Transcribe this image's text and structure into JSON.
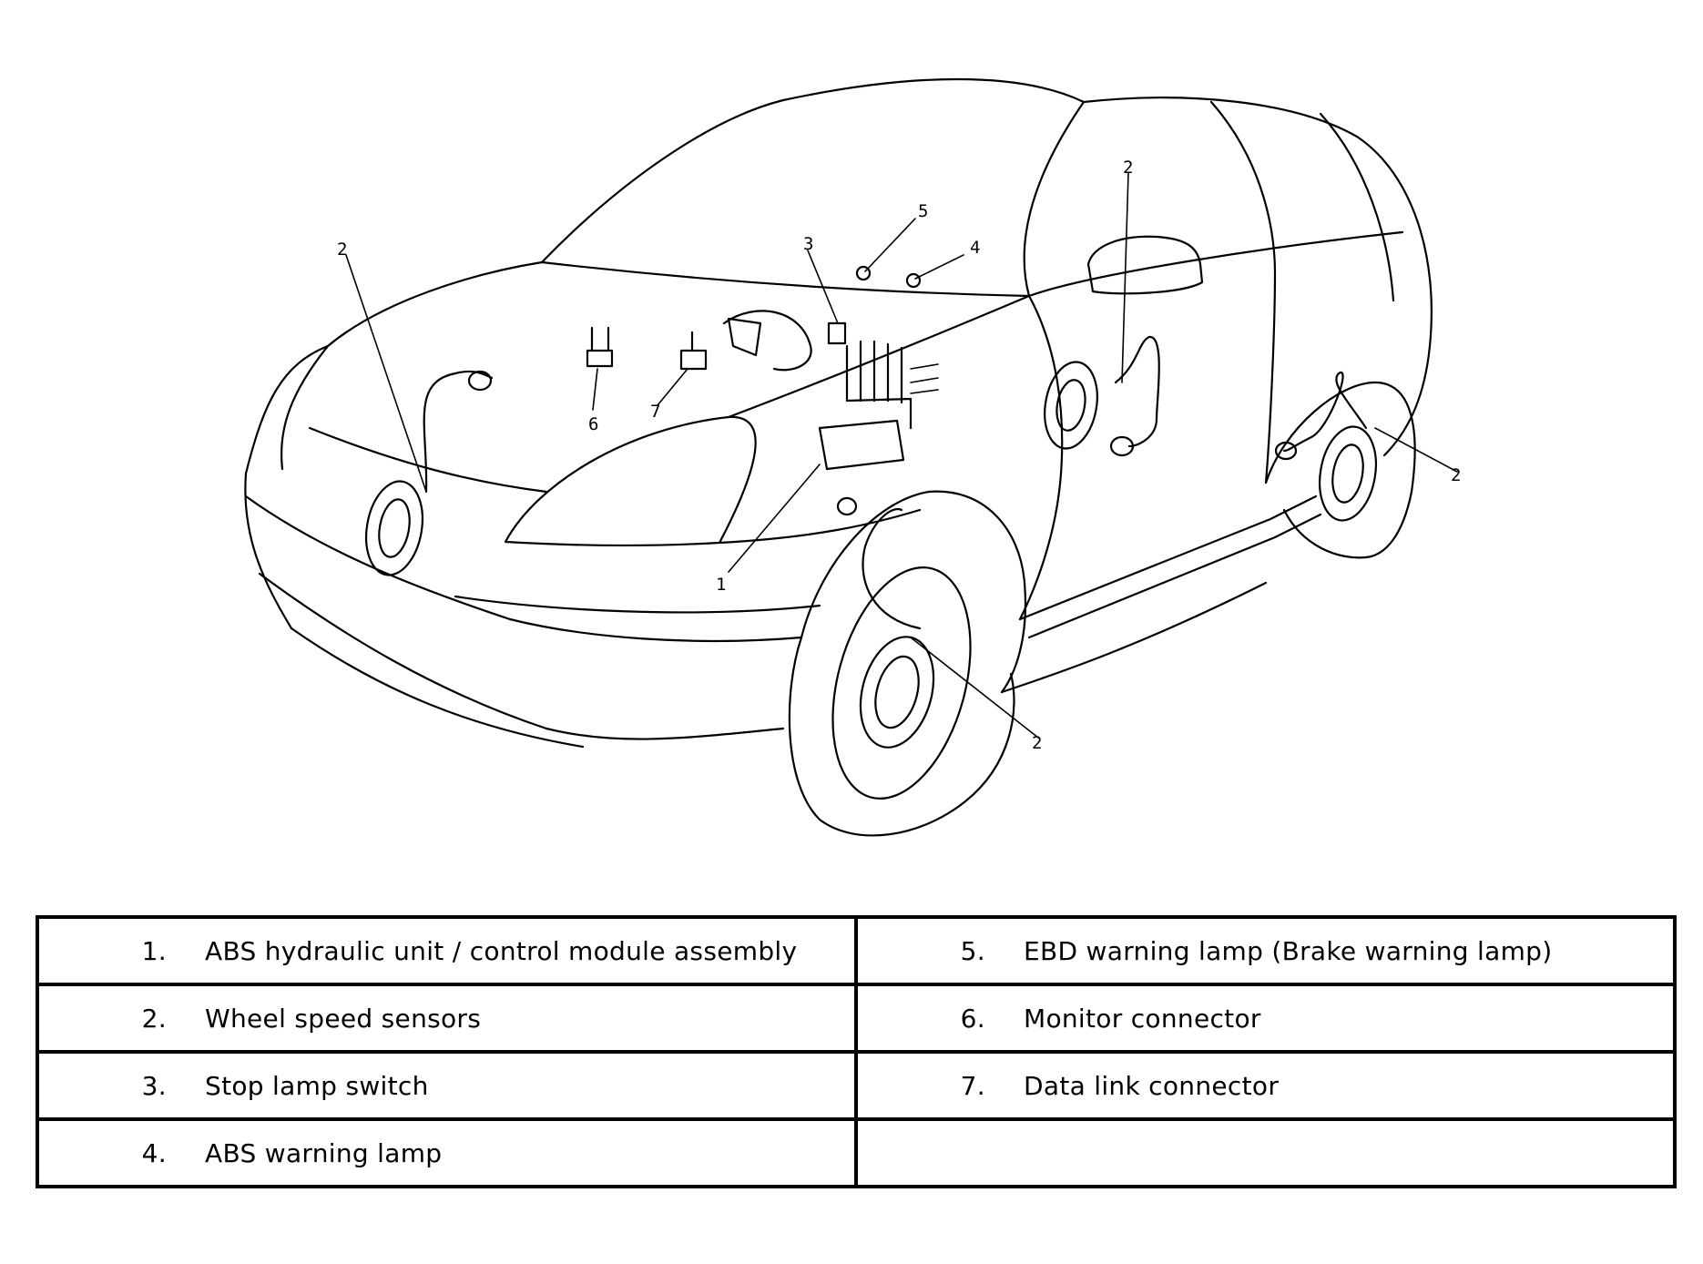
{
  "callouts": {
    "front_left_sensor": "2",
    "hydraulic_unit": "1",
    "stop_lamp_switch": "3",
    "abs_warning_lamp": "4",
    "ebd_warning_lamp": "5",
    "monitor_connector": "6",
    "data_link_connector": "7",
    "rear_left_sensor": "2",
    "rear_right_sensor": "2",
    "front_right_sensor": "2"
  },
  "legend": {
    "rows": [
      {
        "left": {
          "num": "1.",
          "label": "ABS hydraulic unit / control module assembly"
        },
        "right": {
          "num": "5.",
          "label": "EBD warning lamp (Brake warning lamp)"
        }
      },
      {
        "left": {
          "num": "2.",
          "label": "Wheel speed sensors"
        },
        "right": {
          "num": "6.",
          "label": "Monitor connector"
        }
      },
      {
        "left": {
          "num": "3.",
          "label": "Stop lamp switch"
        },
        "right": {
          "num": "7.",
          "label": "Data link connector"
        }
      },
      {
        "left": {
          "num": "4.",
          "label": "ABS warning lamp"
        },
        "right": {
          "num": "",
          "label": ""
        }
      }
    ]
  }
}
